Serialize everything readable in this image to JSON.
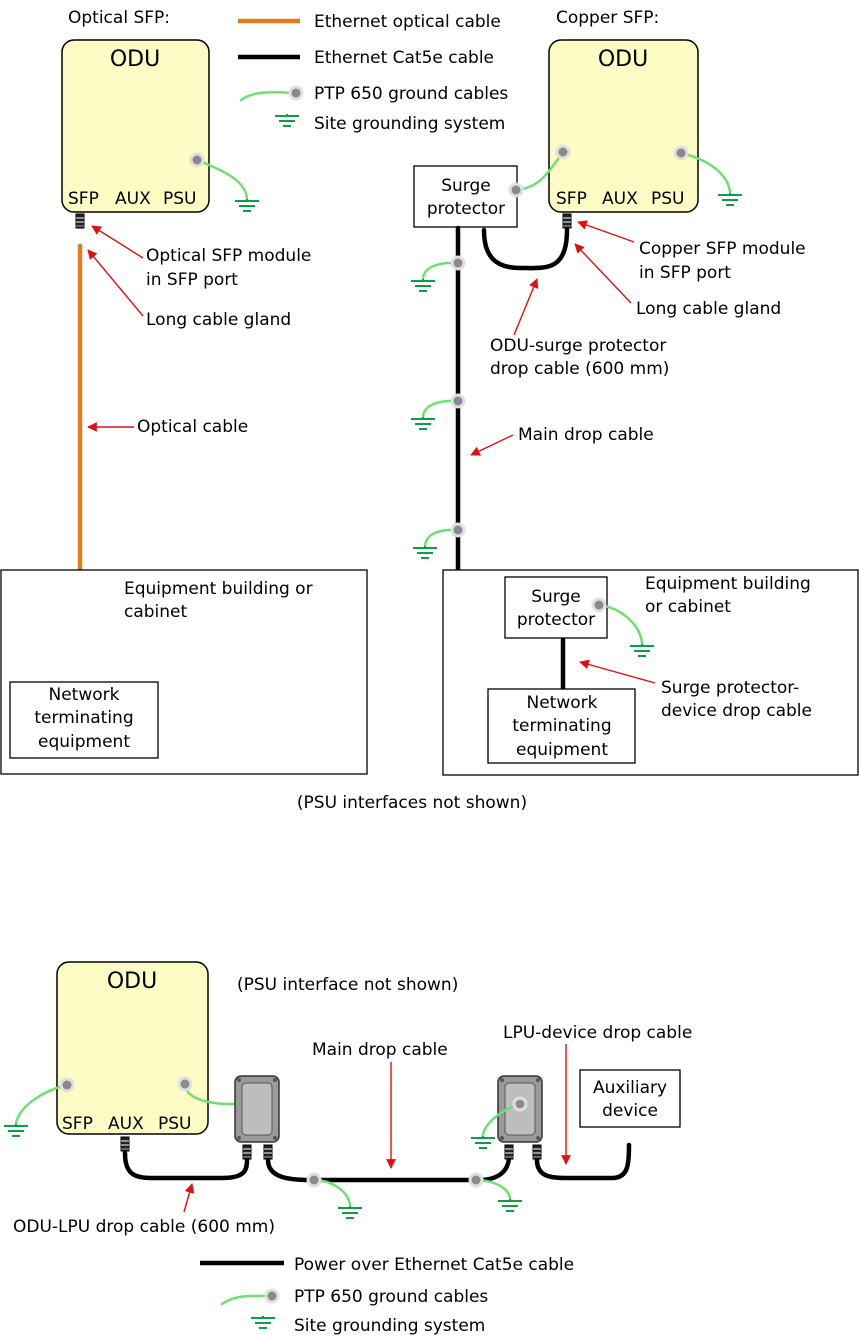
{
  "top_left": {
    "heading": "Optical SFP:",
    "odu_title": "ODU",
    "ports": [
      "SFP",
      "AUX",
      "PSU"
    ],
    "sfp_module_label": [
      "Optical SFP module",
      "in SFP port"
    ],
    "gland_label": "Long cable gland",
    "optical_cable_label": "Optical cable",
    "building_label": [
      "Equipment building or",
      "cabinet"
    ],
    "nte_label": [
      "Network",
      "terminating",
      "equipment"
    ]
  },
  "top_legend": {
    "optical": "Ethernet optical cable",
    "cat5e": "Ethernet Cat5e cable",
    "ground_cables": "PTP 650 ground cables",
    "grounding_system": "Site grounding system"
  },
  "top_right": {
    "heading": "Copper SFP:",
    "odu_title": "ODU",
    "ports": [
      "SFP",
      "AUX",
      "PSU"
    ],
    "surge_top": [
      "Surge",
      "protector"
    ],
    "sfp_module_label": [
      "Copper SFP module",
      "in SFP port"
    ],
    "gland_label": "Long cable gland",
    "odu_surge_label": [
      "ODU-surge protector",
      "drop cable (600 mm)"
    ],
    "main_drop_label": "Main drop cable",
    "building_label": [
      "Equipment building",
      "or cabinet"
    ],
    "surge_bottom": [
      "Surge",
      "protector"
    ],
    "surge_device_label": [
      "Surge protector-",
      "device drop cable"
    ],
    "nte_label": [
      "Network",
      "terminating",
      "equipment"
    ]
  },
  "psu_note": "(PSU interfaces not shown)",
  "bottom": {
    "odu_title": "ODU",
    "ports": [
      "SFP",
      "AUX",
      "PSU"
    ],
    "psu_note": "(PSU interface not shown)",
    "main_drop_label": "Main drop cable",
    "lpu_device_label": "LPU-device drop cable",
    "aux_device": [
      "Auxiliary",
      "device"
    ],
    "odu_lpu_label": "ODU-LPU drop cable (600 mm)"
  },
  "bottom_legend": {
    "poe": "Power over Ethernet Cat5e cable",
    "ground_cables": "PTP 650 ground cables",
    "grounding_system": "Site grounding system"
  },
  "colors": {
    "odu_fill": "#fefcc5",
    "optical_cable": "#e27a1e",
    "ground_cable": "#6fdf6f",
    "ground_symbol": "#0f9c4a",
    "pointer": "#e01010"
  }
}
